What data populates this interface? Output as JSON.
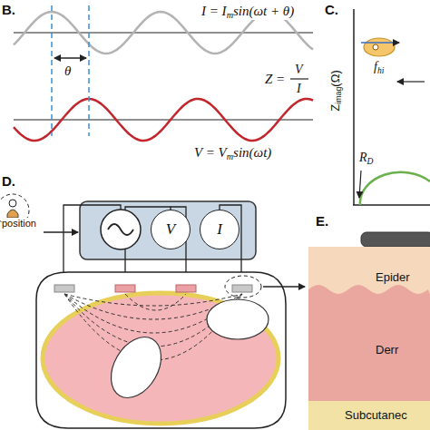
{
  "diagram": {
    "nodes": [
      {
        "text": [
          "V"
        ]
      },
      {
        "text": [
          "I"
        ]
      },
      {
        "text": [
          "Epider"
        ]
      },
      {
        "text": [
          "Derr"
        ]
      },
      {
        "text": [
          "Subcutanec"
        ]
      }
    ],
    "labels": [
      "B.",
      "I = I",
      "m",
      "sin(ωt + θ)",
      "θ",
      "Z =",
      "V",
      "I",
      "V = V",
      "m",
      "sin(ωt)",
      "C.",
      "Z",
      "imag",
      "(Ω)",
      "f",
      "hi",
      "R",
      "D",
      "D.",
      "position",
      "E."
    ]
  }
}
